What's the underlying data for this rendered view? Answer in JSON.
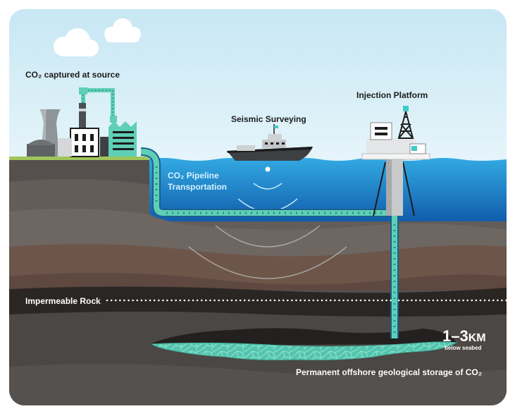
{
  "labels": {
    "co2_captured": "CO₂ captured at source",
    "seismic_surveying": "Seismic Surveying",
    "injection_platform": "Injection Platform",
    "pipeline_line1": "CO₂ Pipeline",
    "pipeline_line2": "Transportation",
    "impermeable_rock": "Impermeable Rock",
    "depth_value": "1–3",
    "depth_unit": "KM",
    "depth_note": "below seabed",
    "storage": "Permanent offshore geological storage of CO₂"
  },
  "colors": {
    "sky": "#d2ecf6",
    "sea": "#1877c7",
    "co2_teal": "#5fcfb6",
    "rock_dark": "#2e2a28",
    "grass": "#9fc65a"
  }
}
